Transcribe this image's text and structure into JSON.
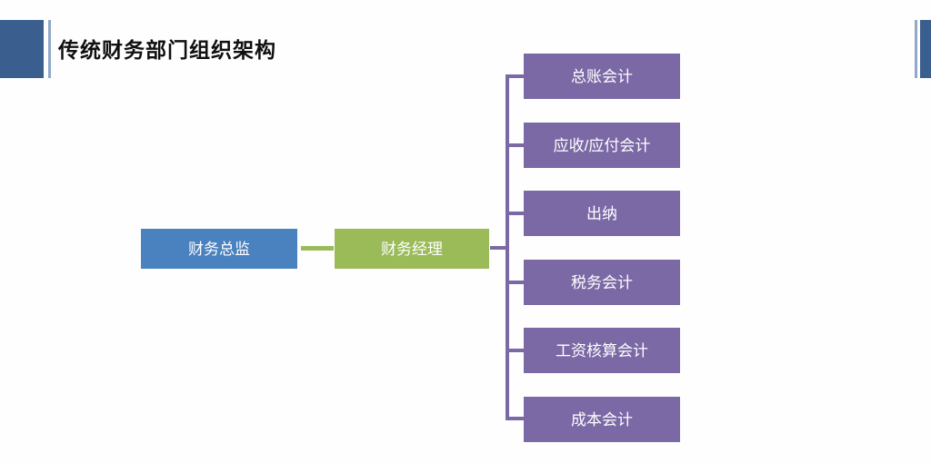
{
  "slide": {
    "title": "传统财务部门组织架构",
    "colors": {
      "header_block": "#3a5f8f",
      "header_rule": "#8fa9c7",
      "director": "#4a81bf",
      "manager": "#9bbb59",
      "leaf": "#7b69a6",
      "background": "#fefefe",
      "title_text": "#101010"
    }
  },
  "chart_data": {
    "type": "diagram",
    "title": "传统财务部门组织架构",
    "root": {
      "label": "财务总监",
      "color": "#4a81bf"
    },
    "manager": {
      "label": "财务经理",
      "color": "#9bbb59"
    },
    "leaves": [
      {
        "label": "总账会计",
        "color": "#7b69a6"
      },
      {
        "label": "应收/应付会计",
        "color": "#7b69a6"
      },
      {
        "label": "出纳",
        "color": "#7b69a6"
      },
      {
        "label": "税务会计",
        "color": "#7b69a6"
      },
      {
        "label": "工资核算会计",
        "color": "#7b69a6"
      },
      {
        "label": "成本会计",
        "color": "#7b69a6"
      }
    ]
  }
}
